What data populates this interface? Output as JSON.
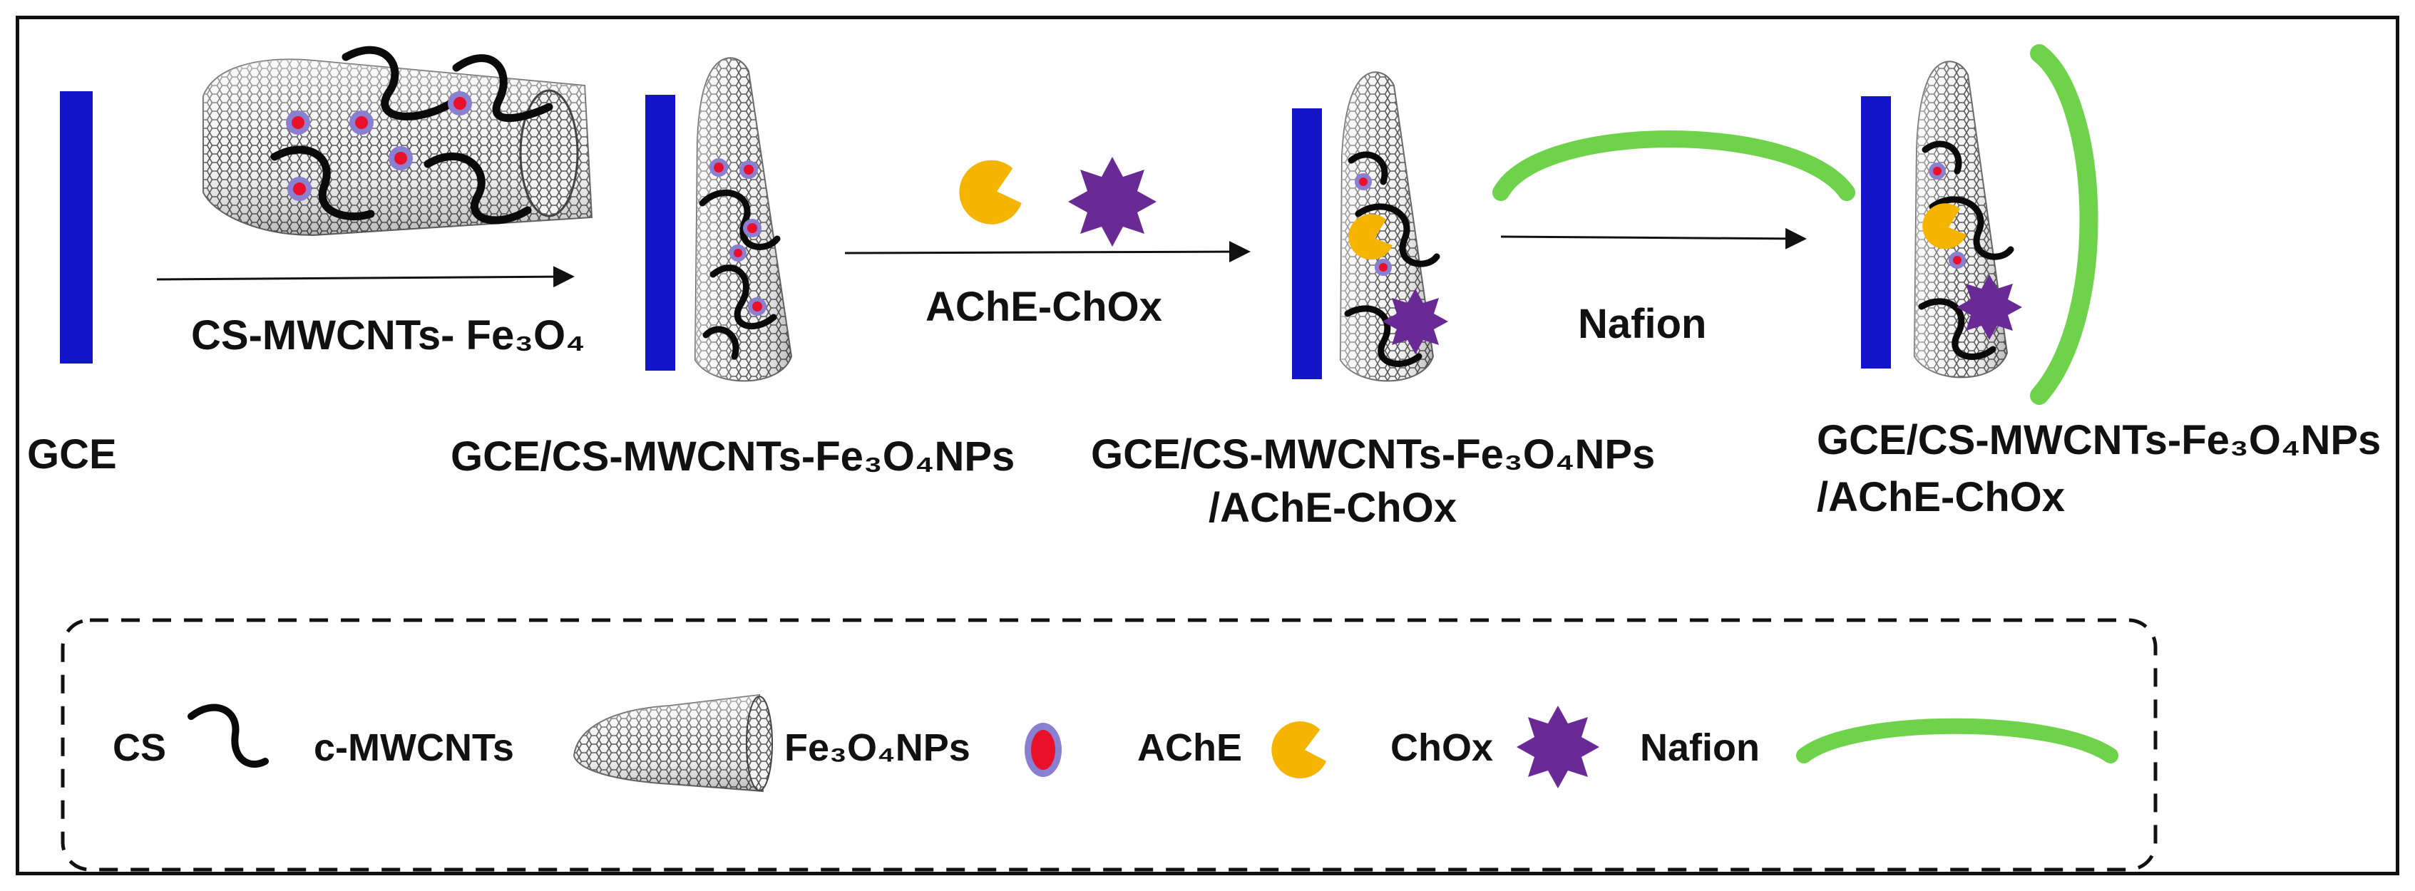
{
  "colors": {
    "electrode": "#1414c8",
    "ache": "#f5b400",
    "chox": "#6a2a96",
    "nafion": "#6ed24a",
    "np_outer": "#8a7fd0",
    "np_core": "#e8102a",
    "cs": "#0a0a0a",
    "arrow": "#111111"
  },
  "steps": {
    "gce_label": "GCE",
    "arrow1_label": "CS-MWCNTs- Fe₃O₄",
    "electrode2_label": "GCE/CS-MWCNTs-Fe₃O₄NPs",
    "arrow2_label": "AChE-ChOx",
    "electrode3_label_line1": "GCE/CS-MWCNTs-Fe₃O₄NPs",
    "electrode3_label_line2": "/AChE-ChOx",
    "arrow3_label": "Nafion",
    "electrode4_label_line1": "GCE/CS-MWCNTs-Fe₃O₄NPs",
    "electrode4_label_line2": "/AChE-ChOx"
  },
  "legend": {
    "cs_label": "CS",
    "mwcnt_label": "c-MWCNTs",
    "np_label": "Fe₃O₄NPs",
    "ache_label": "AChE",
    "chox_label": "ChOx",
    "nafion_label": "Nafion"
  },
  "icons": [
    "carbon-nanotube-icon",
    "chitosan-chain-icon",
    "nanoparticle-icon",
    "ache-enzyme-icon",
    "chox-enzyme-icon",
    "nafion-film-icon",
    "electrode-icon"
  ]
}
